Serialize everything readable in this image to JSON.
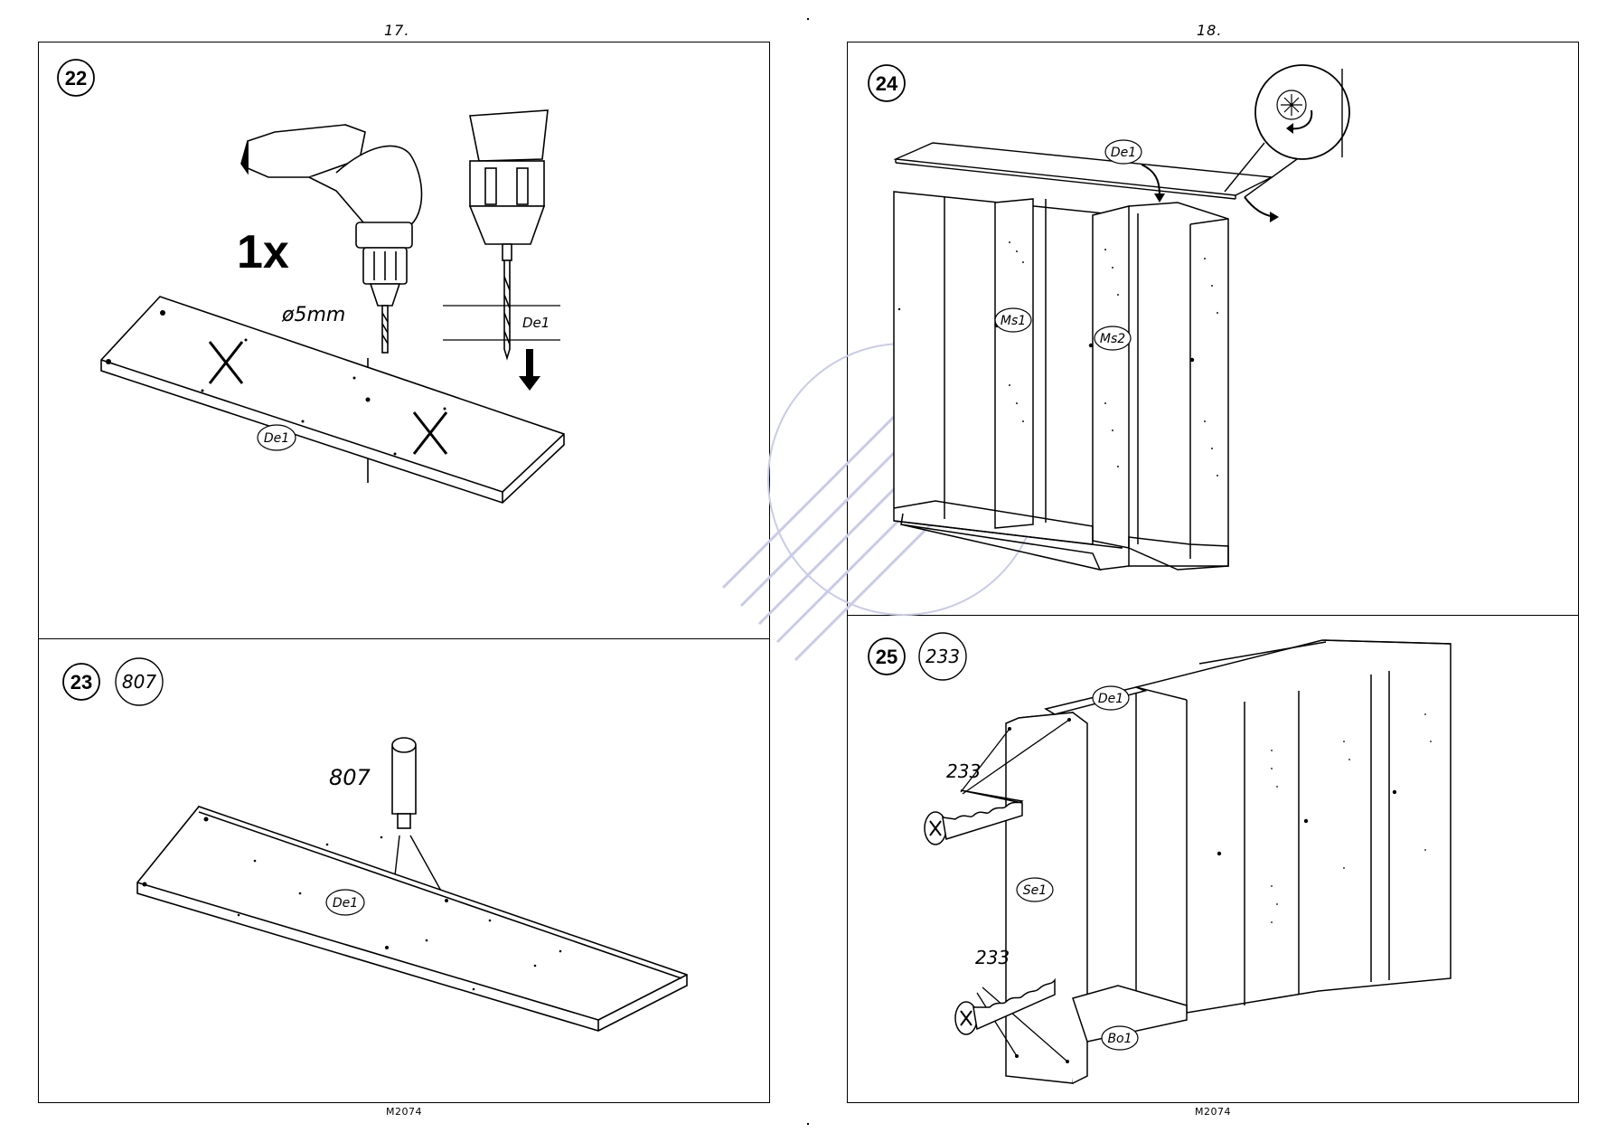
{
  "pages": {
    "left": {
      "number": "17.",
      "code": "M2074"
    },
    "right": {
      "number": "18.",
      "code": "M2074"
    }
  },
  "steps": [
    {
      "number": "22",
      "quantity": "1x",
      "drill_size": "ø5mm",
      "part_labels": [
        "De1",
        "De1"
      ]
    },
    {
      "number": "23",
      "fitting_badge": "807",
      "fitting_label": "807",
      "part_labels": [
        "De1"
      ]
    },
    {
      "number": "24",
      "part_labels": [
        "De1",
        "Ms1",
        "Ms2"
      ]
    },
    {
      "number": "25",
      "fitting_badge": "233",
      "fitting_labels": [
        "233",
        "233"
      ],
      "part_labels": [
        "De1",
        "Se1",
        "Bo1"
      ]
    }
  ],
  "colors": {
    "ink": "#000000",
    "paper": "#ffffff",
    "watermark": "#c9cbe8"
  }
}
